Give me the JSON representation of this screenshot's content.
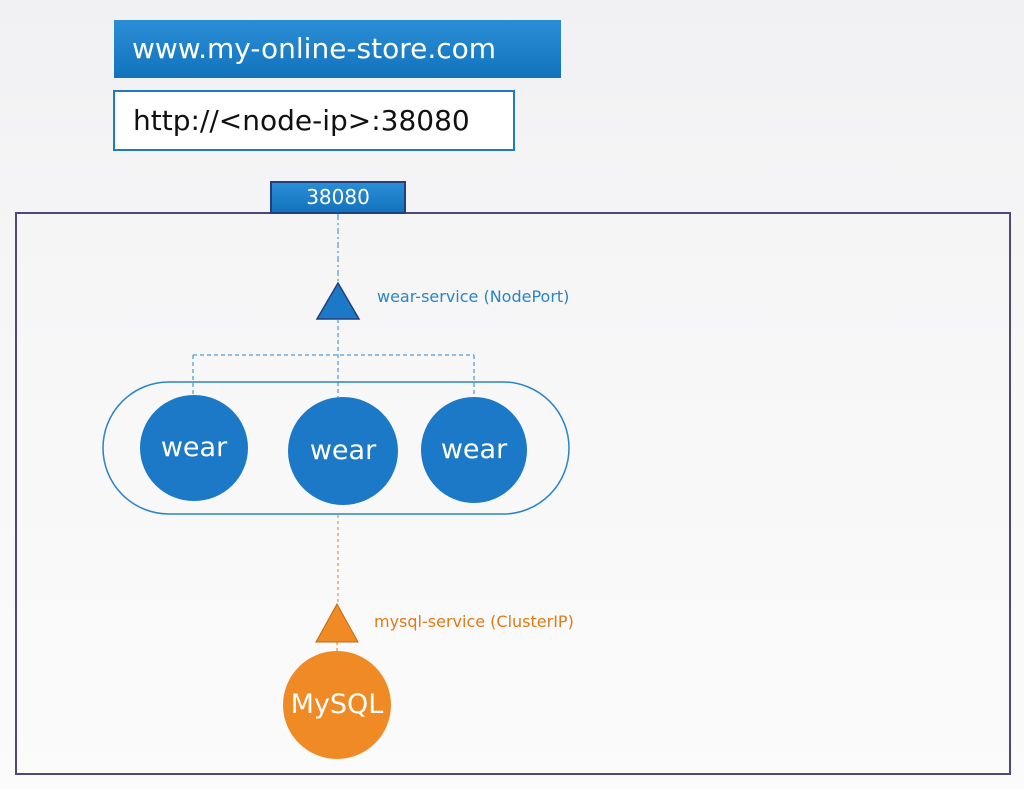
{
  "header": {
    "domain": "www.my-online-store.com",
    "url": "http://<node-ip>:38080"
  },
  "node": {
    "port": "38080"
  },
  "services": {
    "wear": "wear-service (NodePort)",
    "mysql": "mysql-service (ClusterIP)"
  },
  "pods": [
    {
      "label": "wear"
    },
    {
      "label": "wear"
    },
    {
      "label": "wear"
    }
  ],
  "database": {
    "label": "MySQL"
  },
  "colors": {
    "blue": "#1b79c8",
    "orange": "#f08a24",
    "node_border": "#4d4a7a"
  }
}
